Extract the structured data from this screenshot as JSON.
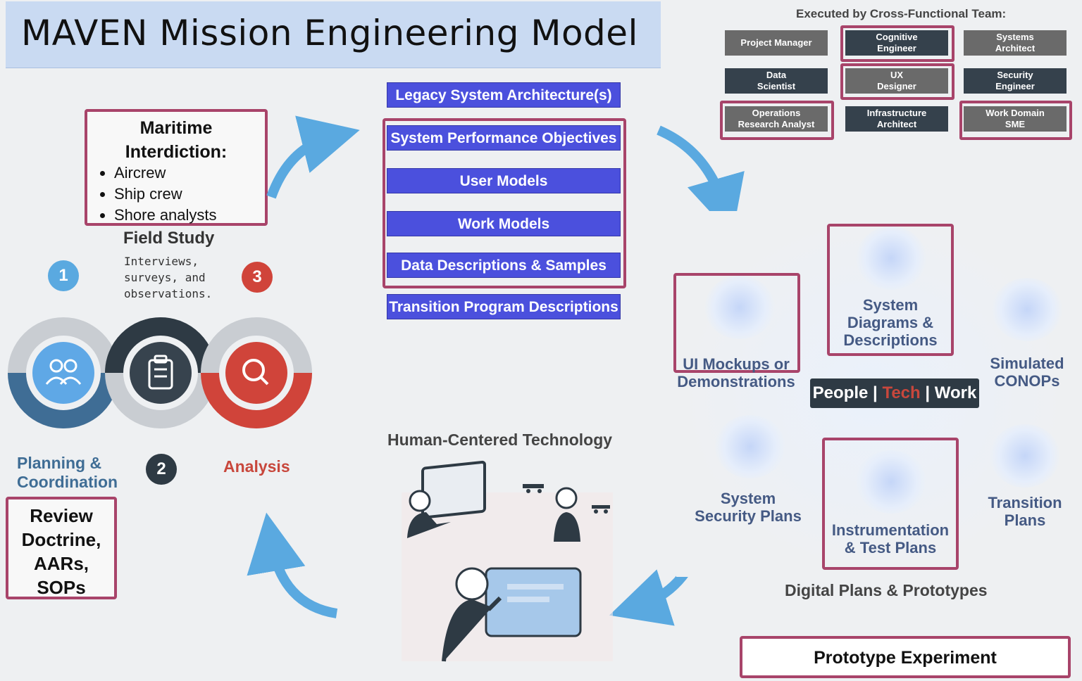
{
  "title": "MAVEN Mission Engineering Model",
  "field_study": {
    "header_line1": "Maritime",
    "header_line2": "Interdiction:",
    "items": [
      "Aircrew",
      "Ship crew",
      "Shore analysts"
    ],
    "title": "Field Study",
    "sub_line1": "Interviews,",
    "sub_line2": "surveys, and",
    "sub_line3": "observations."
  },
  "cycle": {
    "step1": "1",
    "step2": "2",
    "step3": "3",
    "planning_line1": "Planning &",
    "planning_line2": "Coordination",
    "analysis": "Analysis",
    "icons": [
      "people-icon",
      "clipboard-icon",
      "magnifier-icon"
    ]
  },
  "review": {
    "line1": "Review",
    "line2": "Doctrine,",
    "line3": "AARs,",
    "line4": "SOPs"
  },
  "artifacts": [
    "Legacy System Architecture(s)",
    "System Performance Objectives",
    "User Models",
    "Work Models",
    "Data Descriptions & Samples",
    "Transition Program Descriptions"
  ],
  "team": {
    "label": "Executed by Cross-Functional Team:",
    "roles": [
      {
        "l1": "Project Manager",
        "l2": ""
      },
      {
        "l1": "Cognitive",
        "l2": "Engineer"
      },
      {
        "l1": "Systems",
        "l2": "Architect"
      },
      {
        "l1": "Data",
        "l2": "Scientist"
      },
      {
        "l1": "UX",
        "l2": "Designer"
      },
      {
        "l1": "Security",
        "l2": "Engineer"
      },
      {
        "l1": "Operations",
        "l2": "Research Analyst"
      },
      {
        "l1": "Infrastructure",
        "l2": "Architect"
      },
      {
        "l1": "Work Domain",
        "l2": "SME"
      }
    ]
  },
  "prototypes": {
    "system_diagrams": [
      "System",
      "Diagrams &",
      "Descriptions"
    ],
    "ui_mockups": [
      "UI Mockups or",
      "Demonstrations"
    ],
    "simulated": [
      "Simulated",
      "CONOPs"
    ],
    "security": [
      "System",
      "Security Plans"
    ],
    "instrumentation": [
      "Instrumentation",
      "& Test Plans"
    ],
    "transition": [
      "Transition",
      "Plans"
    ],
    "ppw_people": "People",
    "ppw_sep1": " | ",
    "ppw_tech": "Tech",
    "ppw_sep2": " | ",
    "ppw_work": "Work",
    "caption": "Digital Plans & Prototypes"
  },
  "hct": "Human-Centered Technology",
  "prototype_experiment": "Prototype Experiment",
  "colors": {
    "accent_blue": "#4b50dd",
    "outline": "#a8446a",
    "arrow": "#5aa9e0",
    "step_blue": "#5aa9e0",
    "step_dark": "#2e3a44",
    "step_red": "#d0443a"
  }
}
